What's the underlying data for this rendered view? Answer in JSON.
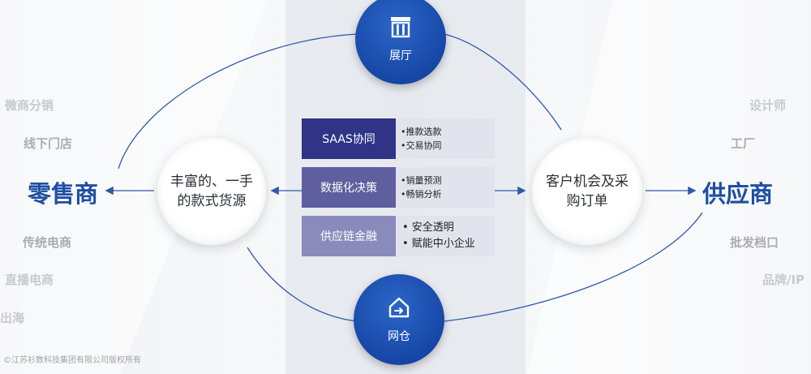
{
  "left_labels": [
    "微商分销",
    "线下门店",
    "传统电商",
    "直播电商",
    "出海"
  ],
  "right_labels": [
    "设计师",
    "工厂",
    "批发档口",
    "品牌/IP"
  ],
  "retailer": "零售商",
  "supplier": "供应商",
  "left_circle": {
    "line1": "丰富的、一手",
    "line2": "的款式货源"
  },
  "right_circle": {
    "line1": "客户机会及采",
    "line2": "购订单"
  },
  "top_badge": {
    "label": "展厅",
    "icon": "showroom-icon"
  },
  "bottom_badge": {
    "label": "网仓",
    "icon": "warehouse-icon"
  },
  "features": [
    {
      "tag": "SAAS协同",
      "items": [
        "•推款选款",
        "•交易协同"
      ]
    },
    {
      "tag": "数据化决策",
      "items": [
        "•销量预测",
        "•畅销分析"
      ]
    },
    {
      "tag": "供应链金融",
      "items": [
        "• 安全透明",
        "• 赋能中小企业"
      ]
    }
  ],
  "copyright": "©江苏衫数科技集团有限公司版权所有",
  "colors": {
    "brand_blue": "#1f4fa3",
    "badge_blue": "#1747a6",
    "tag_dark": "#2f3486",
    "tag_mid": "#5f5f9f",
    "tag_light": "#8a8bbb"
  }
}
